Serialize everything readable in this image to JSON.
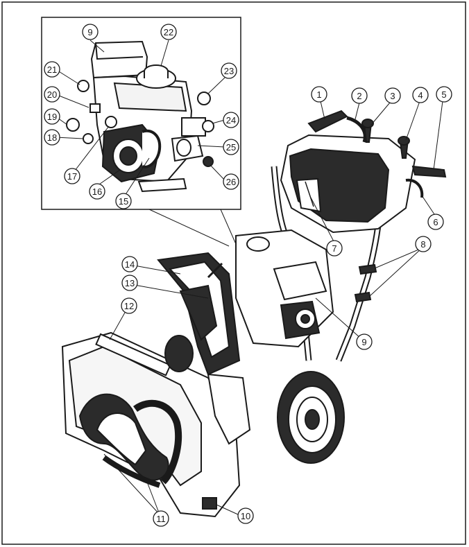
{
  "callouts": [
    {
      "id": "c1",
      "label": "1"
    },
    {
      "id": "c2",
      "label": "2"
    },
    {
      "id": "c3",
      "label": "3"
    },
    {
      "id": "c4",
      "label": "4"
    },
    {
      "id": "c5",
      "label": "5"
    },
    {
      "id": "c6",
      "label": "6"
    },
    {
      "id": "c7",
      "label": "7"
    },
    {
      "id": "c8",
      "label": "8"
    },
    {
      "id": "c9a",
      "label": "9"
    },
    {
      "id": "c9b",
      "label": "9"
    },
    {
      "id": "c10",
      "label": "10"
    },
    {
      "id": "c11",
      "label": "11"
    },
    {
      "id": "c12",
      "label": "12"
    },
    {
      "id": "c13",
      "label": "13"
    },
    {
      "id": "c14",
      "label": "14"
    },
    {
      "id": "c15",
      "label": "15"
    },
    {
      "id": "c16",
      "label": "16"
    },
    {
      "id": "c17",
      "label": "17"
    },
    {
      "id": "c18",
      "label": "18"
    },
    {
      "id": "c19",
      "label": "19"
    },
    {
      "id": "c20",
      "label": "20"
    },
    {
      "id": "c21",
      "label": "21"
    },
    {
      "id": "c22",
      "label": "22"
    },
    {
      "id": "c23",
      "label": "23"
    },
    {
      "id": "c24",
      "label": "24"
    },
    {
      "id": "c25",
      "label": "25"
    },
    {
      "id": "c26",
      "label": "26"
    }
  ],
  "colors": {
    "line": "#1a1a1a",
    "dark": "#2b2b2b",
    "mid": "#8a8a8a",
    "light": "#d8d8d8",
    "paper": "#ffffff"
  }
}
